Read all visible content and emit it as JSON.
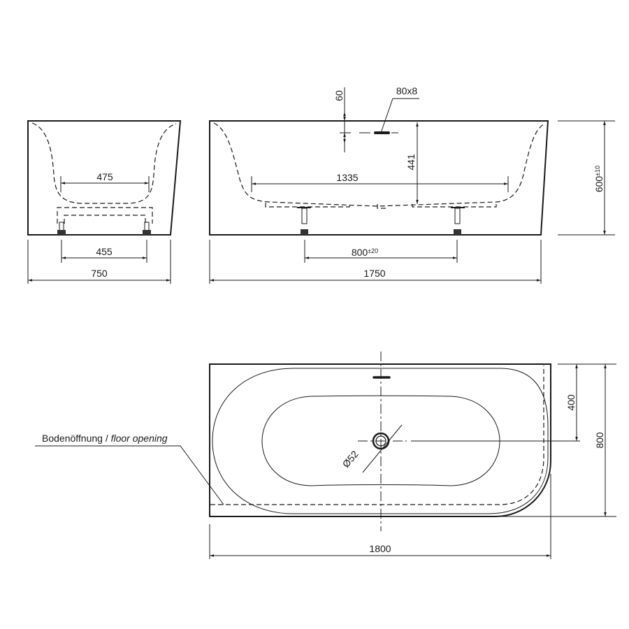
{
  "side_view": {
    "dim_inner_width": "475",
    "dim_feet_spacing": "455",
    "dim_width": "750"
  },
  "front_view": {
    "dim_overflow_height": "60",
    "overflow_size": "80x8",
    "dim_depth": "441",
    "dim_inner_length": "1335",
    "dim_feet_spacing": "800",
    "dim_feet_spacing_tol": "±20",
    "dim_length": "1750",
    "dim_height": "600",
    "dim_height_tol": "±10"
  },
  "top_view": {
    "floor_opening_label_de": "Bodenöffnung / ",
    "floor_opening_label_en": "floor opening",
    "dim_drain_diameter": "Ø52",
    "dim_drain_offset": "400",
    "dim_width": "800",
    "dim_length": "1800"
  }
}
